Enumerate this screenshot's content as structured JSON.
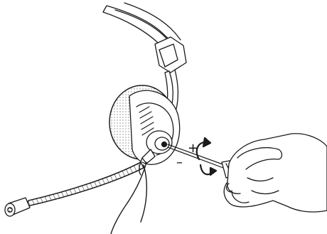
{
  "illustration": {
    "subject": "headset-microphone-adjustment",
    "stroke_color": "#1a1a1a",
    "fill_color": "#ffffff",
    "shade_color": "#e6e6e6"
  },
  "labels": {
    "plus": "+",
    "minus": "–"
  },
  "icons": {
    "rotate_clockwise": "rotate-clockwise-arrow",
    "rotate_counterclockwise": "rotate-counterclockwise-arrow"
  }
}
